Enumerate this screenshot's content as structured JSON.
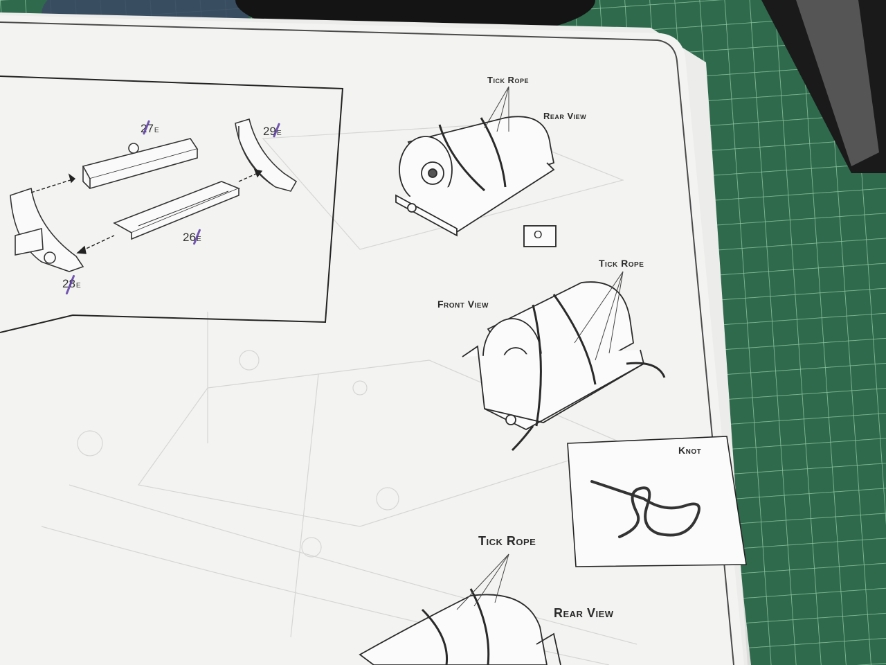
{
  "parts": [
    {
      "number": "27",
      "suffix": "E"
    },
    {
      "number": "29",
      "suffix": "E"
    },
    {
      "number": "26",
      "suffix": "E"
    },
    {
      "number": "28",
      "suffix": "E"
    }
  ],
  "callouts": {
    "tick_rope_top": "Tick Rope",
    "rear_view_top": "Rear View",
    "tick_rope_middle": "Tick Rope",
    "front_view": "Front View",
    "knot": "Knot",
    "tick_rope_bottom": "Tick Rope",
    "rear_view_bottom": "Rear View"
  },
  "symbol_marker": "O",
  "colors": {
    "cutting_mat": "#2f6a4d",
    "mat_grid": "#8fc7a3",
    "paper": "#f3f3f1",
    "ink": "#2a2a2a",
    "pen_mark": "#5a3aa6"
  }
}
